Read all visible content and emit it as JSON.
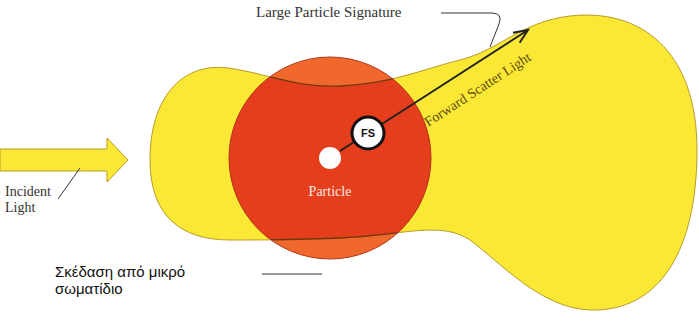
{
  "diagram": {
    "nodes": [
      {
        "text": [
          "Particle"
        ]
      },
      {
        "text": [
          "FS"
        ],
        "in": 0
      }
    ],
    "labels": [
      "Large Particle Signature",
      "Forward Scatter Light",
      "Incident Light",
      "Σκέδαση από μικρό σωματίδιο"
    ]
  }
}
